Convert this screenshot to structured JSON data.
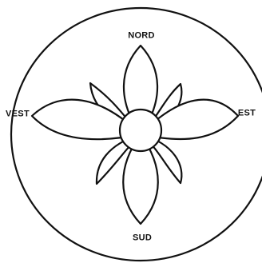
{
  "labels": {
    "north": "NORD",
    "south": "SUD",
    "west": "VEST",
    "east": "EST"
  },
  "colors": {
    "ink": "#111111",
    "paper": "#ffffff"
  }
}
